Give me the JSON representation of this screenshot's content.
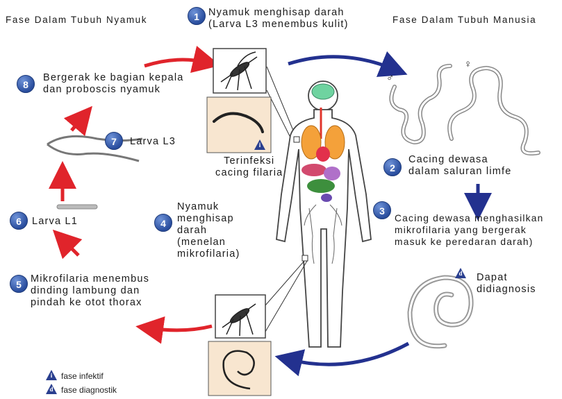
{
  "header": {
    "left": "Fase Dalam Tubuh Nyamuk",
    "right": "Fase Dalam Tubuh Manusia"
  },
  "steps": [
    {
      "num": "1",
      "text": "Nyamuk menghisap darah\n(Larva L3 menembus kulit)"
    },
    {
      "num": "2",
      "text": "Cacing dewasa\ndalam saluran limfe"
    },
    {
      "num": "3",
      "text": "Cacing dewasa menghasilkan\nmikrofilaria yang bergerak\nmasuk ke peredaran darah)"
    },
    {
      "num": "4",
      "text": "Nyamuk\nmenghisap\ndarah\n(menelan\nmikrofilaria)"
    },
    {
      "num": "5",
      "text": "Mikrofilaria menembus\ndinding lambung dan\npindah ke otot thorax"
    },
    {
      "num": "6",
      "text": "Larva L1"
    },
    {
      "num": "7",
      "text": "Larva L3"
    },
    {
      "num": "8",
      "text": "Bergerak ke bagian kepala\ndan proboscis nyamuk"
    }
  ],
  "notes": {
    "infected": "Terinfeksi\ncacing filaria",
    "diagnosable": "Dapat\ndidiagnosis"
  },
  "symbols": {
    "infective": "i",
    "diagnostic": "d",
    "female": "♀",
    "male": "♂"
  },
  "legend": {
    "infective_label": "fase infektif",
    "diagnostic_label": "fase diagnostik"
  },
  "colors": {
    "badge": "#2a4e9e",
    "red_arrow": "#e0242b",
    "blue_arrow": "#23318f"
  }
}
